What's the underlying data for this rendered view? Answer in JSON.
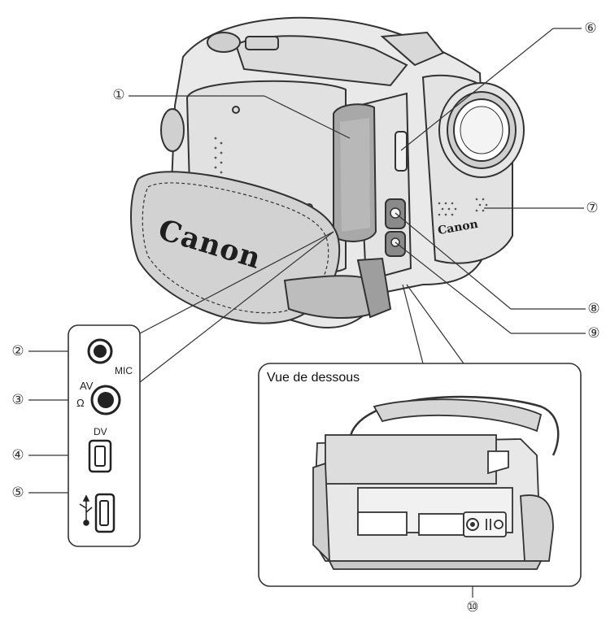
{
  "callouts": {
    "c1": "①",
    "c2": "②",
    "c3": "③",
    "c4": "④",
    "c5": "⑤",
    "c6": "⑥",
    "c7": "⑦",
    "c8": "⑧",
    "c9": "⑨",
    "c10": "⑩"
  },
  "brand": {
    "strap": "Canon",
    "body": "Canon"
  },
  "jacks": {
    "mic": "MIC",
    "av": "AV",
    "headphones": "Ω",
    "dv": "DV"
  },
  "bottom_view": {
    "title": "Vue de dessous"
  },
  "colors": {
    "line": "#333333",
    "body_fill": "#e9e9e9",
    "shade": "#a8a8a8",
    "dark": "#222222"
  }
}
